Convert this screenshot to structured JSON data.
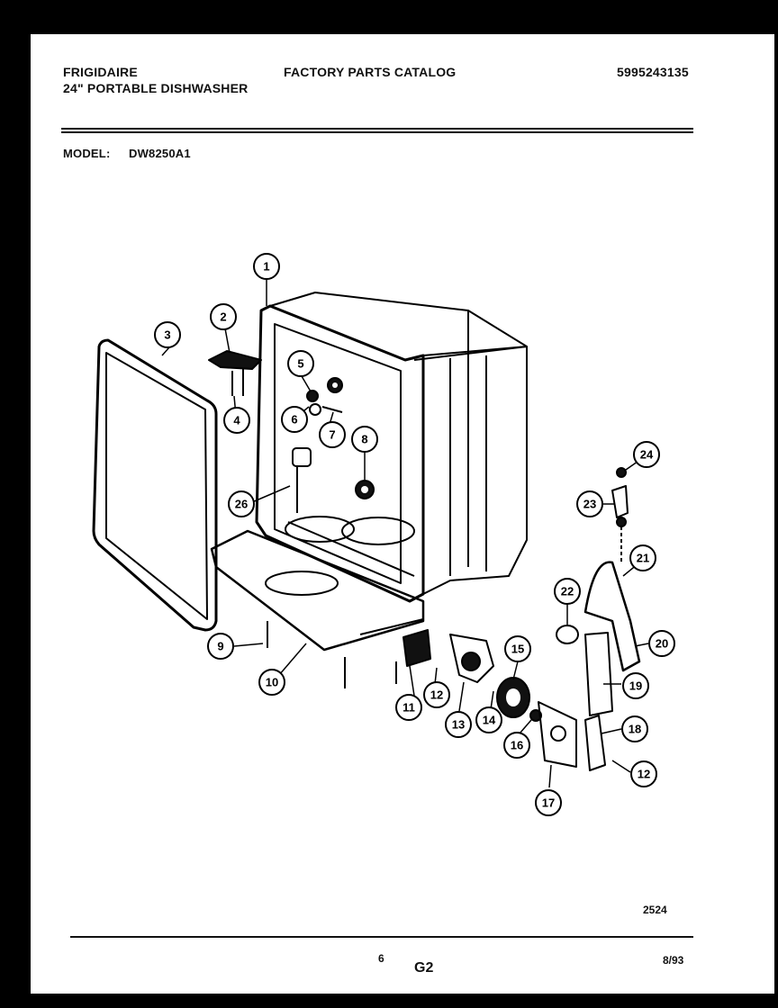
{
  "header": {
    "brand": "FRIGIDAIRE",
    "product": "24\" PORTABLE DISHWASHER",
    "catalog_title": "FACTORY PARTS CATALOG",
    "catalog_number": "5995243135",
    "model_label": "MODEL:",
    "model_number": "DW8250A1"
  },
  "diagram": {
    "callouts": [
      "1",
      "2",
      "3",
      "4",
      "5",
      "6",
      "7",
      "8",
      "9",
      "10",
      "11",
      "12",
      "13",
      "14",
      "15",
      "16",
      "17",
      "18",
      "19",
      "20",
      "21",
      "22",
      "23",
      "24",
      "26",
      "12"
    ],
    "figure_number": "2524"
  },
  "footer": {
    "page_number": "6",
    "section": "G2",
    "date": "8/93"
  }
}
